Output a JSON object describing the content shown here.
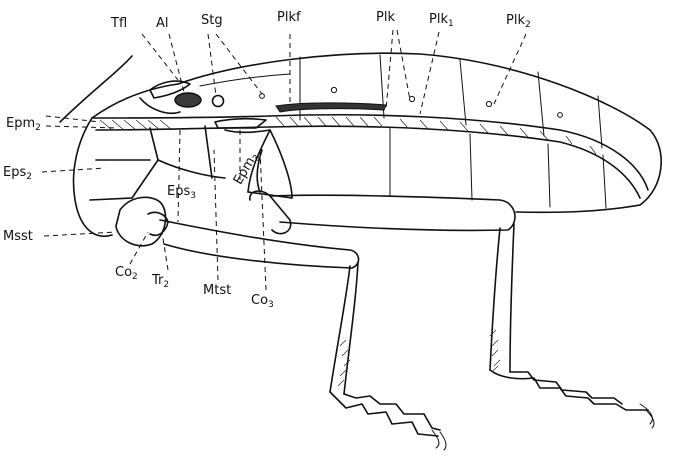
{
  "labels": {
    "tfl": {
      "text": "Tfl",
      "sub": ""
    },
    "al": {
      "text": "Al",
      "sub": ""
    },
    "stg": {
      "text": "Stg",
      "sub": ""
    },
    "plkf": {
      "text": "Plkf",
      "sub": ""
    },
    "plk": {
      "text": "Plk",
      "sub": ""
    },
    "plk1": {
      "text": "Plk",
      "sub": "1"
    },
    "plk2": {
      "text": "Plk",
      "sub": "2"
    },
    "epm2": {
      "text": "Epm",
      "sub": "2"
    },
    "eps2": {
      "text": "Eps",
      "sub": "2"
    },
    "eps3": {
      "text": "Eps",
      "sub": "3"
    },
    "epm3": {
      "text": "Epm",
      "sub": "3"
    },
    "msst": {
      "text": "Msst",
      "sub": ""
    },
    "co2": {
      "text": "Co",
      "sub": "2"
    },
    "tr2": {
      "text": "Tr",
      "sub": "2"
    },
    "mtst": {
      "text": "Mtst",
      "sub": ""
    },
    "co3": {
      "text": "Co",
      "sub": "3"
    }
  }
}
